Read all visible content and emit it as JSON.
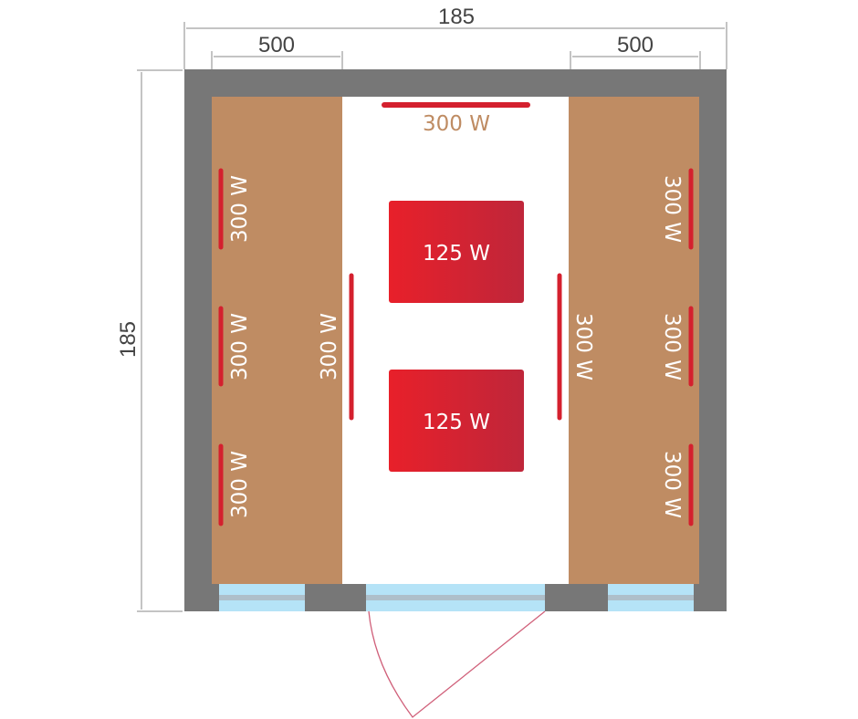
{
  "dimensions": {
    "total_width": "185",
    "total_height": "185",
    "left_bench_width": "500",
    "right_bench_width": "500"
  },
  "heaters": {
    "top": "300 W",
    "left_wall": [
      "300 W",
      "300 W",
      "300 W"
    ],
    "right_wall": [
      "300 W",
      "300 W",
      "300 W"
    ],
    "center_left": "300 W",
    "center_right": "300 W",
    "floor": [
      "125 W",
      "125 W"
    ]
  },
  "colors": {
    "wall": "#777777",
    "bench": "#bf8c63",
    "heater": "#d4202e",
    "glass": "#b5e3f7",
    "door": "#d0607a",
    "top_label": "#bf8c63"
  }
}
